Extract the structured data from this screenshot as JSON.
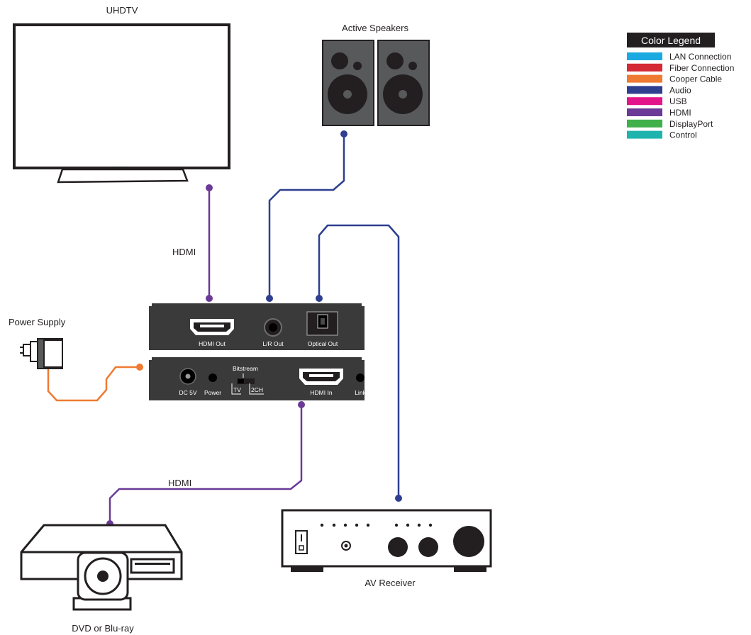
{
  "labels": {
    "tv": "UHDTV",
    "speakers": "Active Speakers",
    "power_supply": "Power Supply",
    "av_receiver": "AV Receiver",
    "dvd": "DVD or Blu-ray",
    "hdmi_top": "HDMI",
    "hdmi_bottom": "HDMI"
  },
  "extractor": {
    "top_panel": {
      "hdmi_out": "HDMI Out",
      "lr_out": "L/R Out",
      "optical_out": "Optical Out"
    },
    "bottom_panel": {
      "dc_5v": "DC 5V",
      "power": "Power",
      "bitstream": "Bitstream",
      "tv": "TV",
      "two_ch": "2CH",
      "hdmi_in": "HDMI In",
      "link": "Link"
    }
  },
  "legend": {
    "title": "Color Legend",
    "items": [
      {
        "label": "LAN Connection",
        "color": "#1ba9e1"
      },
      {
        "label": "Fiber Connection",
        "color": "#d42a35"
      },
      {
        "label": "Cooper Cable",
        "color": "#ef7a31"
      },
      {
        "label": "Audio",
        "color": "#2e3f8f"
      },
      {
        "label": "USB",
        "color": "#e3158a"
      },
      {
        "label": "HDMI",
        "color": "#6a3a96"
      },
      {
        "label": "DisplayPort",
        "color": "#3fb04a"
      },
      {
        "label": "Control",
        "color": "#1eb3ad"
      }
    ]
  },
  "colors": {
    "hdmi": "#6a3a96",
    "audio": "#2e3f8f",
    "copper": "#ef7a31",
    "device_body": "#3a3a3a"
  }
}
